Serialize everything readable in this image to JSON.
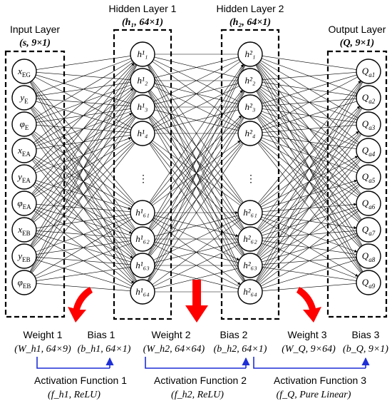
{
  "layers": {
    "input": {
      "title": "Input Layer",
      "dims": "(s, 9×1)",
      "nodes": [
        "x_EG",
        "y_E",
        "φ_E",
        "x_EA",
        "y_EA",
        "φ_EA",
        "x_EB",
        "y_EB",
        "φ_EB"
      ]
    },
    "hidden1": {
      "title": "Hidden Layer 1",
      "dims": "(h₁, 64×1)",
      "top_nodes": [
        "h¹₁",
        "h¹₂",
        "h¹₃",
        "h¹₄"
      ],
      "bottom_nodes": [
        "h¹₆₁",
        "h¹₆₂",
        "h¹₆₃",
        "h¹₆₄"
      ],
      "ellipsis": "⋮"
    },
    "hidden2": {
      "title": "Hidden Layer 2",
      "dims": "(h₂, 64×1)",
      "top_nodes": [
        "h²₁",
        "h²₂",
        "h²₃",
        "h²₄"
      ],
      "bottom_nodes": [
        "h²₆₁",
        "h²₆₂",
        "h²₆₃",
        "h²₆₄"
      ],
      "ellipsis": "⋮"
    },
    "output": {
      "title": "Output Layer",
      "dims": "(Q, 9×1)",
      "nodes": [
        "Q_a1",
        "Q_a2",
        "Q_a3",
        "Q_a4",
        "Q_a5",
        "Q_a6",
        "Q_a7",
        "Q_a8",
        "Q_a9"
      ]
    }
  },
  "params": {
    "w1": {
      "title": "Weight 1",
      "dims": "(W_h1, 64×9)"
    },
    "b1": {
      "title": "Bias 1",
      "dims": "(b_h1, 64×1)"
    },
    "w2": {
      "title": "Weight 2",
      "dims": "(W_h2, 64×64)"
    },
    "b2": {
      "title": "Bias 2",
      "dims": "(b_h2, 64×1)"
    },
    "w3": {
      "title": "Weight 3",
      "dims": "(W_Q, 9×64)"
    },
    "b3": {
      "title": "Bias 3",
      "dims": "(b_Q, 9×1)"
    }
  },
  "activations": {
    "f1": {
      "title": "Activation Function 1",
      "detail": "(f_h1, ReLU)"
    },
    "f2": {
      "title": "Activation Function 2",
      "detail": "(f_h2, ReLU)"
    },
    "f3": {
      "title": "Activation Function 3",
      "detail": "(f_Q, Pure Linear)"
    }
  },
  "colors": {
    "arrow": "#ff0000",
    "bracket": "#1e2fd6",
    "line": "#000000"
  }
}
